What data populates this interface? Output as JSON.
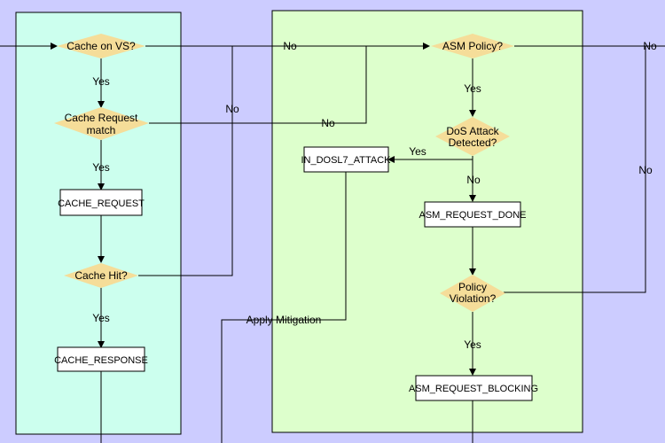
{
  "diagram": {
    "colors": {
      "background": "#ccccff",
      "cache_panel": "#ccffee",
      "asm_panel": "#ddffcc",
      "decision_fill": "#f5dd99",
      "box_fill": "#ffffff",
      "stroke": "#000000"
    },
    "decisions": {
      "cache_on_vs": "Cache on VS?",
      "cache_request_match_1": "Cache Request",
      "cache_request_match_2": "match",
      "cache_hit": "Cache Hit?",
      "asm_policy": "ASM Policy?",
      "dos_attack_1": "DoS Attack",
      "dos_attack_2": "Detected?",
      "policy_violation_1": "Policy",
      "policy_violation_2": "Violation?"
    },
    "boxes": {
      "cache_request": "CACHE_REQUEST",
      "cache_response": "CACHE_RESPONSE",
      "in_dosl7_attack": "IN_DOSL7_ATTACK",
      "asm_request_done": "ASM_REQUEST_DONE",
      "asm_request_blocking": "ASM_REQUEST_BLOCKING"
    },
    "edge_labels": {
      "yes": "Yes",
      "no": "No",
      "apply_mitigation": "Apply Mitigation"
    }
  }
}
